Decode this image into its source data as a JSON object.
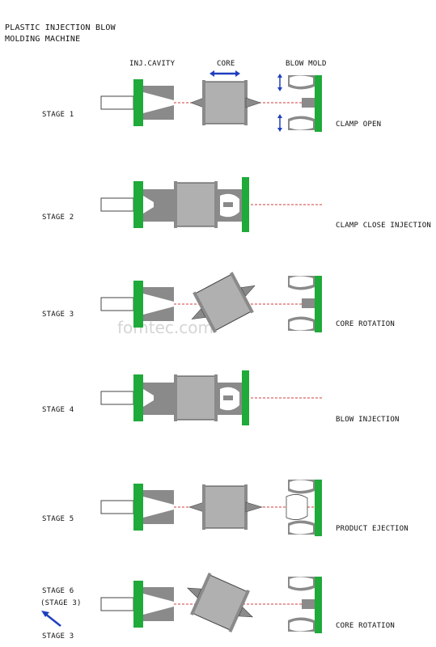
{
  "title": {
    "line1": "PLASTIC INJECTION BLOW",
    "line2": "MOLDING MACHINE"
  },
  "headers": {
    "cavity": "INJ.CAVITY",
    "core": "CORE",
    "mold": "BLOW MOLD"
  },
  "watermark": "fomtec.com",
  "colors": {
    "mold_green": "#1faa3a",
    "steel_gray": "#8a8a8a",
    "core_gray": "#b0b0b0",
    "arrow_blue": "#1f3fbf",
    "center_line": "#d23c3c"
  },
  "stages": [
    {
      "label": "STAGE 1",
      "caption": "CLAMP OPEN"
    },
    {
      "label": "STAGE 2",
      "caption": "CLAMP CLOSE INJECTION"
    },
    {
      "label": "STAGE 3",
      "caption": "CORE ROTATION"
    },
    {
      "label": "STAGE 4",
      "caption": "BLOW INJECTION"
    },
    {
      "label": "STAGE 5",
      "caption": "PRODUCT EJECTION"
    },
    {
      "label": "STAGE 6",
      "label_sub": "(STAGE 3)",
      "return_label": "STAGE 3",
      "caption": "CORE ROTATION"
    }
  ]
}
